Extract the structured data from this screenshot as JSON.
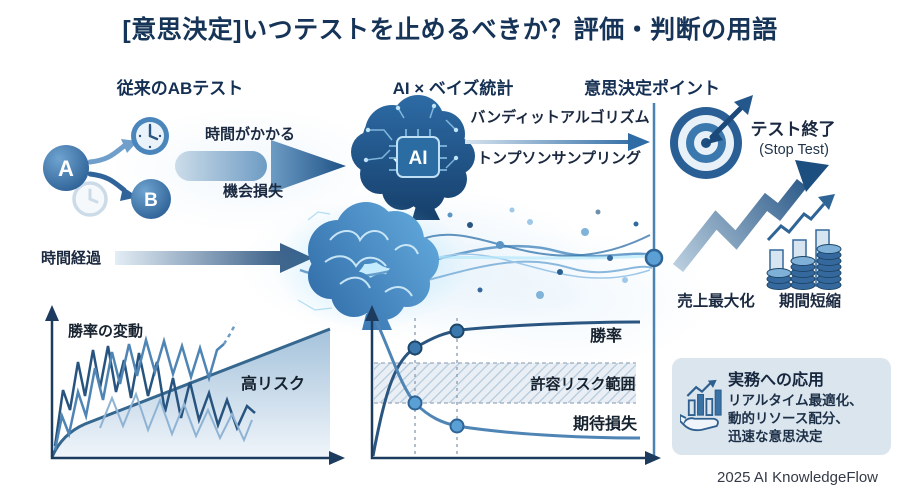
{
  "title": "[意思決定]いつテストを止めるべきか？評価・判断の用語",
  "headers": {
    "traditional": "従来のABテスト",
    "ai_bayes": "AI × ベイズ統計",
    "decision_point": "意思決定ポイント"
  },
  "ab_test": {
    "variant_a": "A",
    "variant_b": "B",
    "takes_time": "時間がかかる",
    "opportunity_loss": "機会損失",
    "time_elapsed": "時間経過"
  },
  "ai_section": {
    "chip_label": "AI",
    "bandit_algorithm": "バンディットアルゴリズム",
    "thompson_sampling": "トンプソンサンプリング"
  },
  "decision": {
    "stop_test_jp": "テスト終了",
    "stop_test_en": "(Stop Test)",
    "sales_max": "売上最大化",
    "period_short": "期間短縮"
  },
  "left_chart": {
    "fluctuation_label": "勝率の変動",
    "high_risk_label": "高リスク"
  },
  "mid_chart": {
    "win_rate_label": "勝率",
    "risk_band_label": "許容リスク範囲",
    "expected_loss_label": "期待損失"
  },
  "practice": {
    "title": "実務への応用",
    "line1": "リアルタイム最適化、",
    "line2": "動的リソース配分、",
    "line3": "迅速な意思決定"
  },
  "footer": "2025 AI KnowledgeFlow",
  "colors": {
    "title_navy": "#163457",
    "accent_blue": "#3a78ad",
    "light_blue": "#9fc8e8",
    "box_bg": "#dbe5ee"
  }
}
